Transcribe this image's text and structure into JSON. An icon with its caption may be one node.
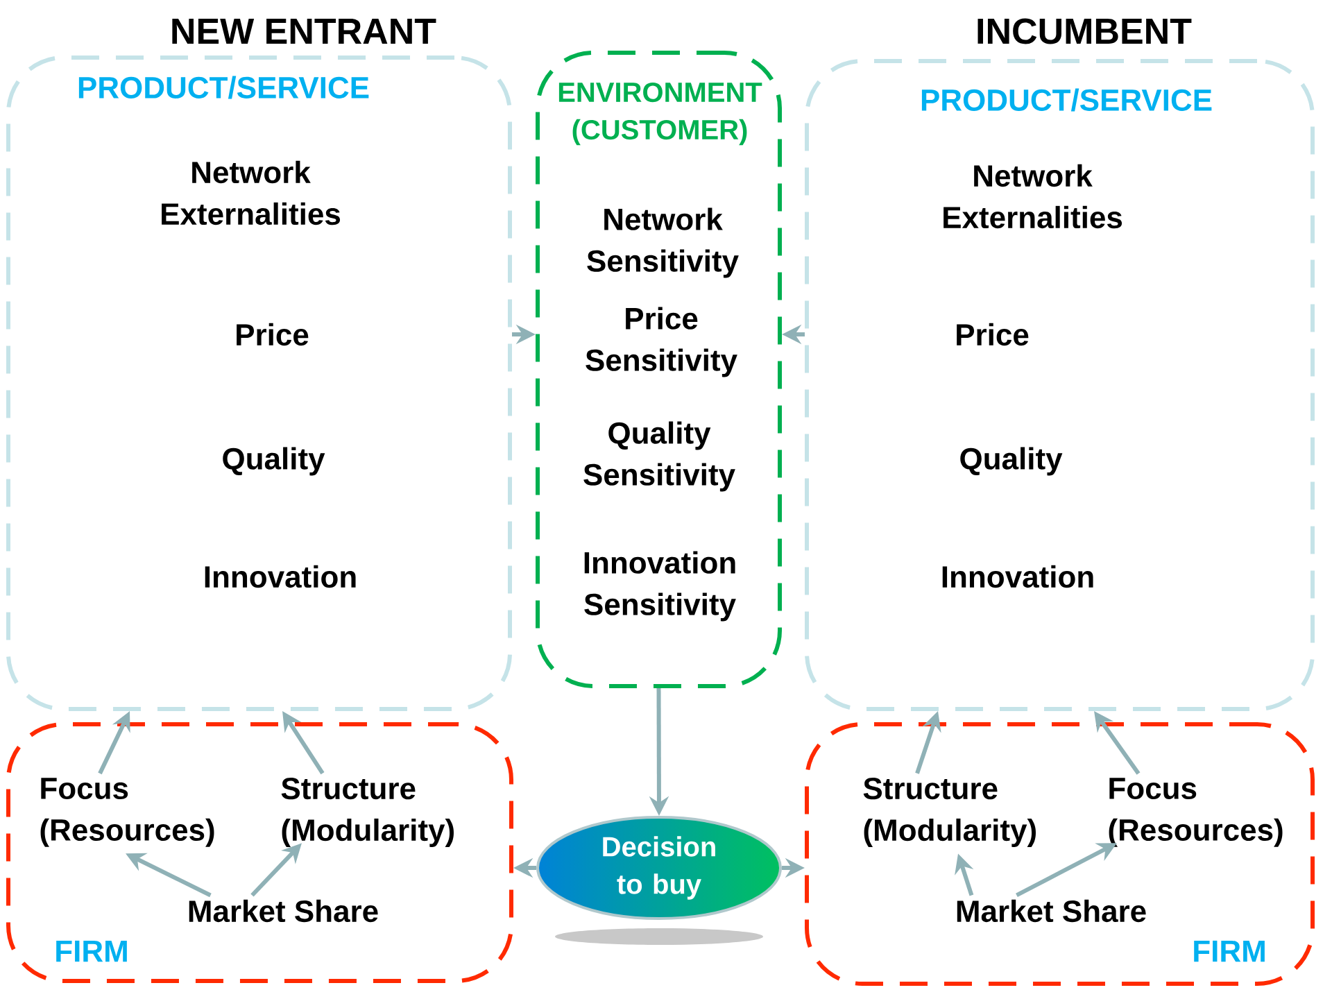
{
  "diagram": {
    "nodes": [
      {
        "text": [
          "PRODUCT/SERVICE"
        ]
      },
      {
        "text": [
          "Network Externalities"
        ],
        "in": 0
      },
      {
        "text": [
          "Price"
        ],
        "in": 0
      },
      {
        "text": [
          "Quality"
        ],
        "in": 0
      },
      {
        "text": [
          "Innovation"
        ],
        "in": 0
      },
      {
        "text": [
          "ENVIRONMENT (CUSTOMER)"
        ]
      },
      {
        "text": [
          "Network Sensitivity"
        ],
        "in": 5
      },
      {
        "text": [
          "Price Sensitivity"
        ],
        "in": 5
      },
      {
        "text": [
          "Quality Sensitivity"
        ],
        "in": 5
      },
      {
        "text": [
          "Innovation Sensitivity"
        ],
        "in": 5
      },
      {
        "text": [
          "PRODUCT/SERVICE"
        ]
      },
      {
        "text": [
          "Network Externalities"
        ],
        "in": 10
      },
      {
        "text": [
          "Price"
        ],
        "in": 10
      },
      {
        "text": [
          "Quality"
        ],
        "in": 10
      },
      {
        "text": [
          "Innovation"
        ],
        "in": 10
      },
      {
        "text": [
          "FIRM"
        ]
      },
      {
        "text": [
          "Focus (Resources)"
        ],
        "in": 15
      },
      {
        "text": [
          "Structure (Modularity)"
        ],
        "in": 15
      },
      {
        "text": [
          "Market Share"
        ],
        "in": 15
      },
      {
        "text": [
          "Decision to buy"
        ]
      },
      {
        "text": [
          "FIRM"
        ]
      },
      {
        "text": [
          "Structure (Modularity)"
        ],
        "in": 20
      },
      {
        "text": [
          "Focus (Resources)"
        ],
        "in": 20
      },
      {
        "text": [
          "Market Share"
        ],
        "in": 20
      }
    ],
    "edges": [
      {
        "from": 16,
        "to": 0,
        "arrow": "to"
      },
      {
        "from": 17,
        "to": 0,
        "arrow": "to"
      },
      {
        "from": 18,
        "to": 16,
        "arrow": "to"
      },
      {
        "from": 18,
        "to": 17,
        "arrow": "to"
      },
      {
        "from": 0,
        "to": 5,
        "arrow": "to"
      },
      {
        "from": 10,
        "to": 5,
        "arrow": "to"
      },
      {
        "from": 5,
        "to": 19,
        "arrow": "to"
      },
      {
        "from": 19,
        "to": 15,
        "arrow": "to"
      },
      {
        "from": 19,
        "to": 20,
        "arrow": "to"
      },
      {
        "from": 21,
        "to": 10,
        "arrow": "to"
      },
      {
        "from": 22,
        "to": 10,
        "arrow": "to"
      },
      {
        "from": 23,
        "to": 21,
        "arrow": "to"
      },
      {
        "from": 23,
        "to": 22,
        "arrow": "to"
      }
    ],
    "labels": [
      "NEW ENTRANT",
      "INCUMBENT"
    ]
  }
}
